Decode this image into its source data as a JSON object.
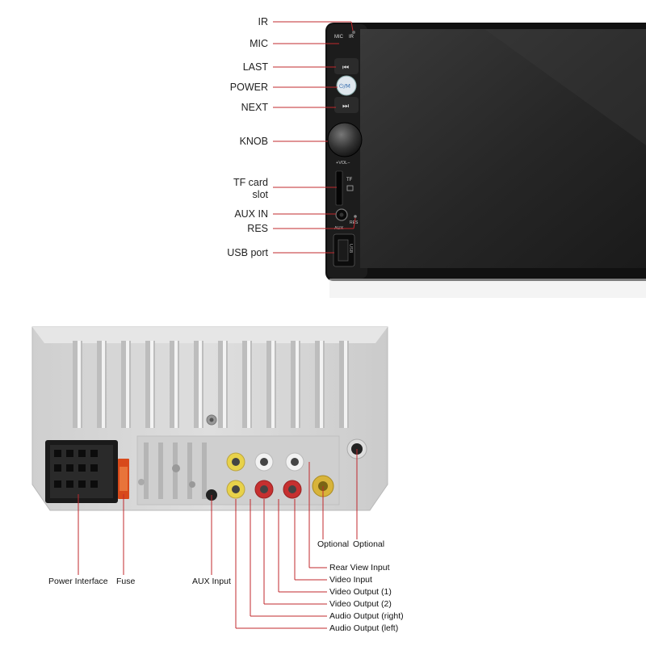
{
  "front_panel": {
    "labels": {
      "ir": "IR",
      "mic": "MIC",
      "last": "LAST",
      "power": "POWER",
      "next": "NEXT",
      "knob": "KNOB",
      "tf_card_line1": "TF card",
      "tf_card_line2": "slot",
      "aux_in": "AUX IN",
      "res": "RES",
      "usb_port": "USB port"
    },
    "printed": {
      "mic": "MIC",
      "ir": "IR",
      "power_button": "⏻/M",
      "vol": "+VOL−",
      "tf": "TF",
      "aux": "AUX",
      "res": "RES"
    }
  },
  "rear_panel": {
    "labels": {
      "power_interface": "Power Interface",
      "fuse": "Fuse",
      "aux_input": "AUX Input",
      "optional_1": "Optional",
      "optional_2": "Optional",
      "rear_view_input": "Rear View Input",
      "video_input": "Video Input",
      "video_output_1": "Video Output  (1)",
      "video_output_2": "Video Output  (2)",
      "audio_output_right": "Audio Output  (right)",
      "audio_output_left": "Audio Output  (left)"
    }
  },
  "colors": {
    "callout_line": "#c0282d",
    "screen": "#2a2a2a",
    "chassis": "#d6d6d6",
    "rca_yellow": "#e8d24a",
    "rca_red": "#c63030",
    "rca_white": "#f2f2f2"
  }
}
